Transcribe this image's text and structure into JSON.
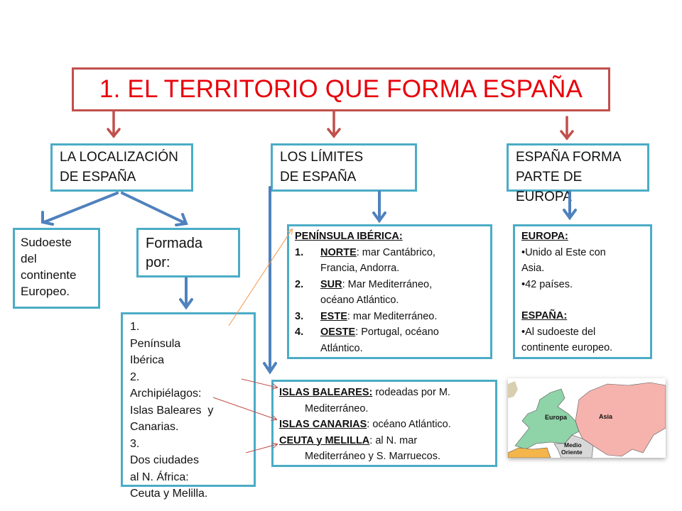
{
  "title": "1. EL TERRITORIO QUE FORMA ESPAÑA",
  "colors": {
    "title_text": "#e8000b",
    "title_border": "#c0504d",
    "box_border": "#4bacc6",
    "red_arrow": "#c0504d",
    "blue_arrow": "#4f81bd",
    "thin_orange_arrow": "#f79646"
  },
  "localizacion": {
    "heading_line1": "LA LOCALIZACIÓN",
    "heading_line2": "DE ESPAÑA",
    "sudoeste": [
      "Sudoeste",
      "del",
      "continente",
      "Europeo."
    ],
    "formada_line1": "Formada",
    "formada_line2": "por:",
    "list": [
      {
        "num": "1.",
        "lines": [
          "Península",
          "Ibérica"
        ]
      },
      {
        "num": "2.",
        "lines": [
          "Archipiélagos:",
          "Islas Baleares  y",
          "Canarias."
        ]
      },
      {
        "num": "3.",
        "lines": [
          "Dos ciudades",
          "al N. África:",
          "Ceuta y Melilla."
        ]
      }
    ]
  },
  "limites": {
    "heading_line1": "LOS LÍMITES",
    "heading_line2": "DE ESPAÑA",
    "peninsula": {
      "title": "PENÍNSULA IBÉRICA:",
      "items": [
        {
          "num": "1.",
          "key": "NORTE",
          "text": ": mar Cantábrico,",
          "cont": "Francia, Andorra."
        },
        {
          "num": "2.",
          "key": "SUR",
          "text": ": Mar Mediterráneo,",
          "cont": "océano Atlántico."
        },
        {
          "num": "3.",
          "key": "ESTE",
          "text": ": mar Mediterráneo.",
          "cont": ""
        },
        {
          "num": "4.",
          "key": "OESTE",
          "text": ": Portugal, océano",
          "cont": "Atlántico."
        }
      ]
    },
    "islas": {
      "baleares_key": "ISLAS BALEARES:",
      "baleares_text": " rodeadas por M.",
      "baleares_cont": "Mediterráneo.",
      "canarias_key": "ISLAS CANARIAS",
      "canarias_text": ": océano Atlántico.",
      "ceuta_key": "CEUTA y MELILLA",
      "ceuta_text": ": al N. mar",
      "ceuta_cont": "Mediterráneo y S. Marruecos."
    }
  },
  "europa": {
    "heading_line1": "ESPAÑA FORMA",
    "heading_line2": "PARTE DE EUROPA",
    "europa_title": "EUROPA:",
    "europa_b1": "•Unido al Este con",
    "europa_b1_cont": "Asia.",
    "europa_b2": "•42 países.",
    "espana_title": "ESPAÑA:",
    "espana_b1": "•Al sudoeste del",
    "espana_b1_cont": "continente europeo."
  },
  "map": {
    "label_europa": "Europa",
    "label_asia": "Asia",
    "label_medio1": "Medio",
    "label_medio2": "Oriente",
    "color_europa": "#8fd3a8",
    "color_asia": "#f6b3ad",
    "color_medio": "#d8d8d8",
    "color_africa": "#f4b54a"
  }
}
